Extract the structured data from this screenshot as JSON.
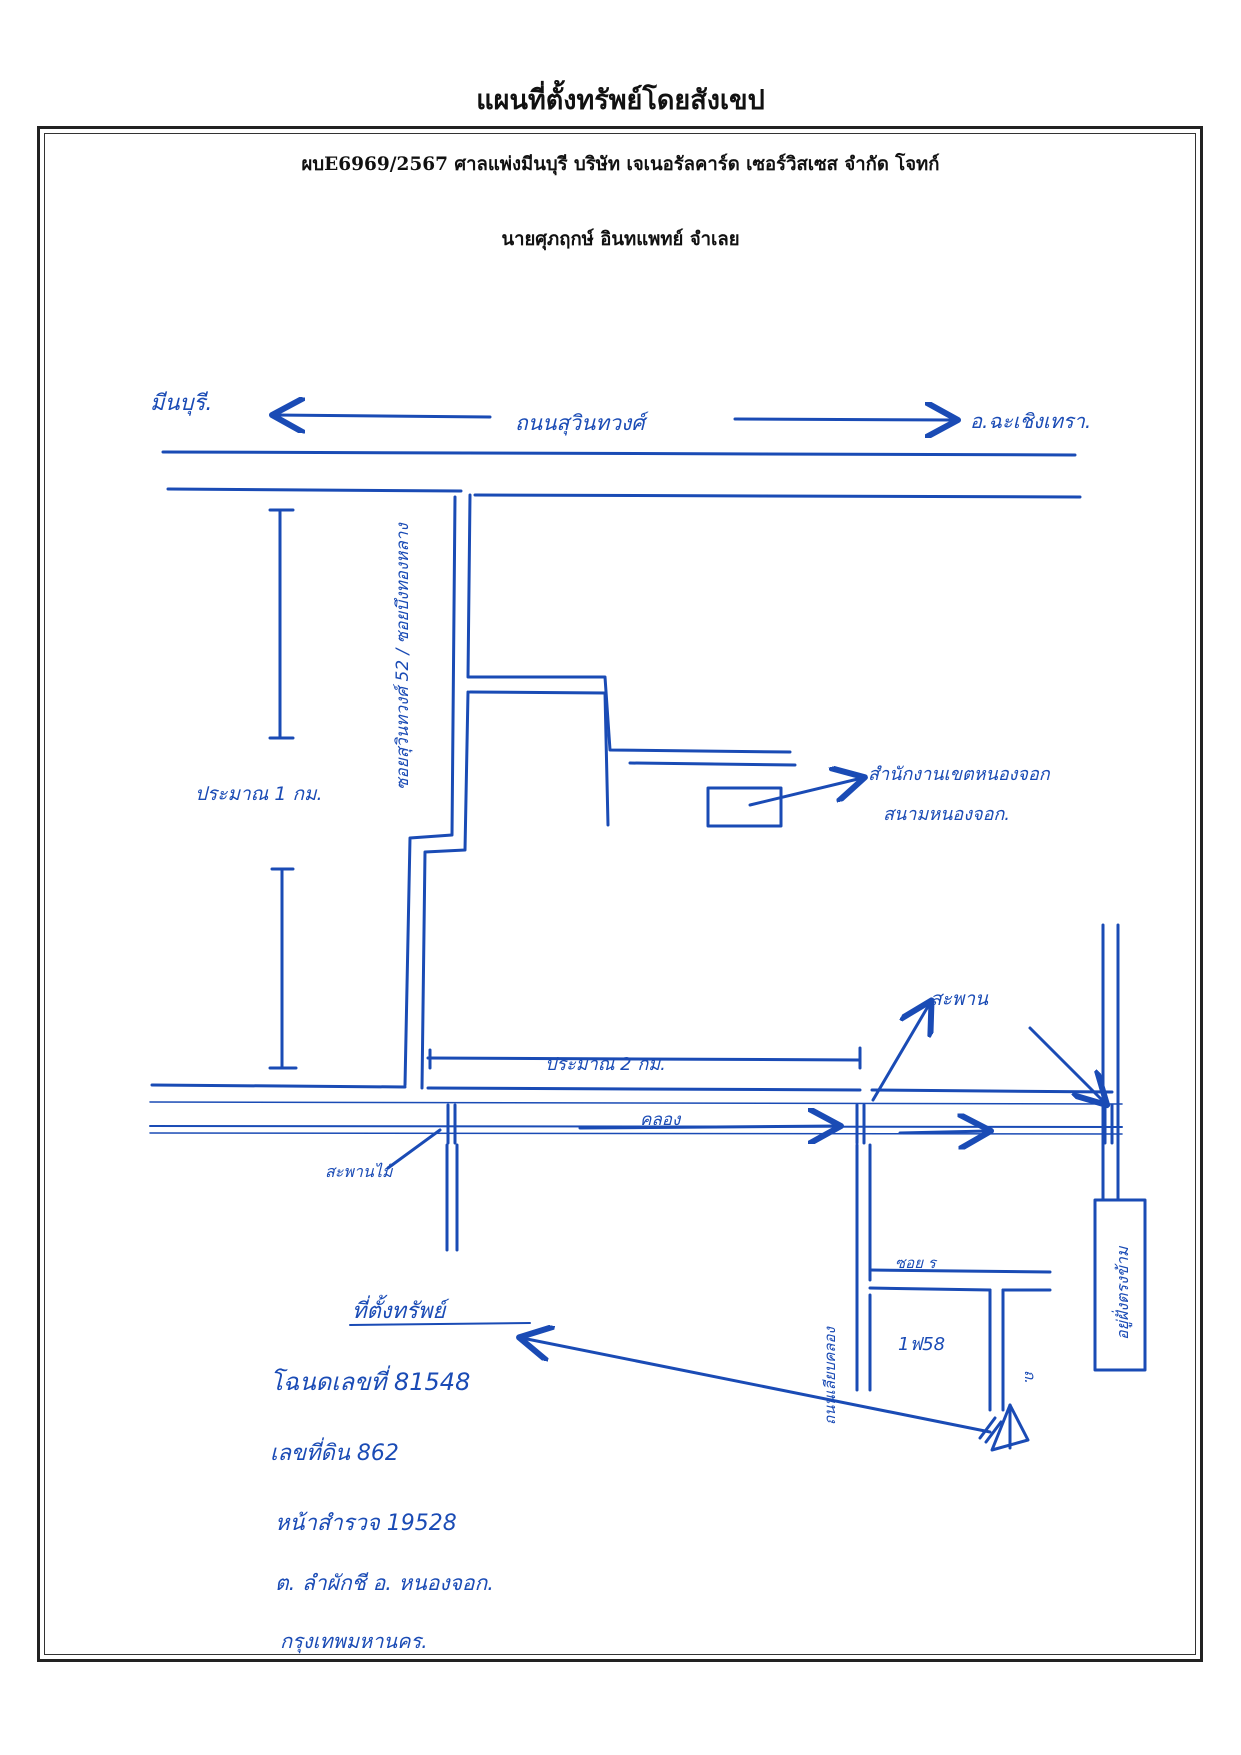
{
  "header": {
    "title": "แผนที่ตั้งทรัพย์โดยสังเขป",
    "case_line_1": "ผบE6969/2567 ศาลแพ่งมีนบุรี   บริษัท เจเนอรัลคาร์ด เซอร์วิสเซส  จำกัด  โจทก์",
    "case_line_2": "นายศุภฤกษ์  อินทแพทย์  จำเลย"
  },
  "map": {
    "ink_color": "#1a4bb5",
    "labels": {
      "left_destination": "มีนบุรี.",
      "main_road": "ถนนสุวินทวงศ์",
      "right_destination": "อ.ฉะเชิงเทรา.",
      "soi_vertical": "ซอยสุวินทวงศ์ 52 / ซอยบึงทองหลาง",
      "distance_1km": "ประมาณ 1 กม.",
      "landmark_note_1": "สำนักงานเขตหนองจอก",
      "landmark_note_2": "สนามหนองจอก.",
      "distance_2km": "ประมาณ 2 กม.",
      "bridge": "สะพาน",
      "canal": "คลอง",
      "bridge_small": "สะพานไม้",
      "canal_road": "ถนนเลียบคลอง",
      "property_heading": "ที่ตั้งทรัพย์",
      "deed_line": "โฉนดเลขที่  81548",
      "land_no_line": "เลขที่ดิน  862",
      "survey_line": "หน้าสำรวจ  19528",
      "district_line": "ต. ลำผักชี  อ. หนองจอก.",
      "province_line": "กรุงเทพมหานคร.",
      "soi_small": "ซอย ร",
      "plot_number": "1ฟ58",
      "village_road": "ถ.",
      "box_label": "อยู่ฝั่งตรงข้าม"
    }
  }
}
